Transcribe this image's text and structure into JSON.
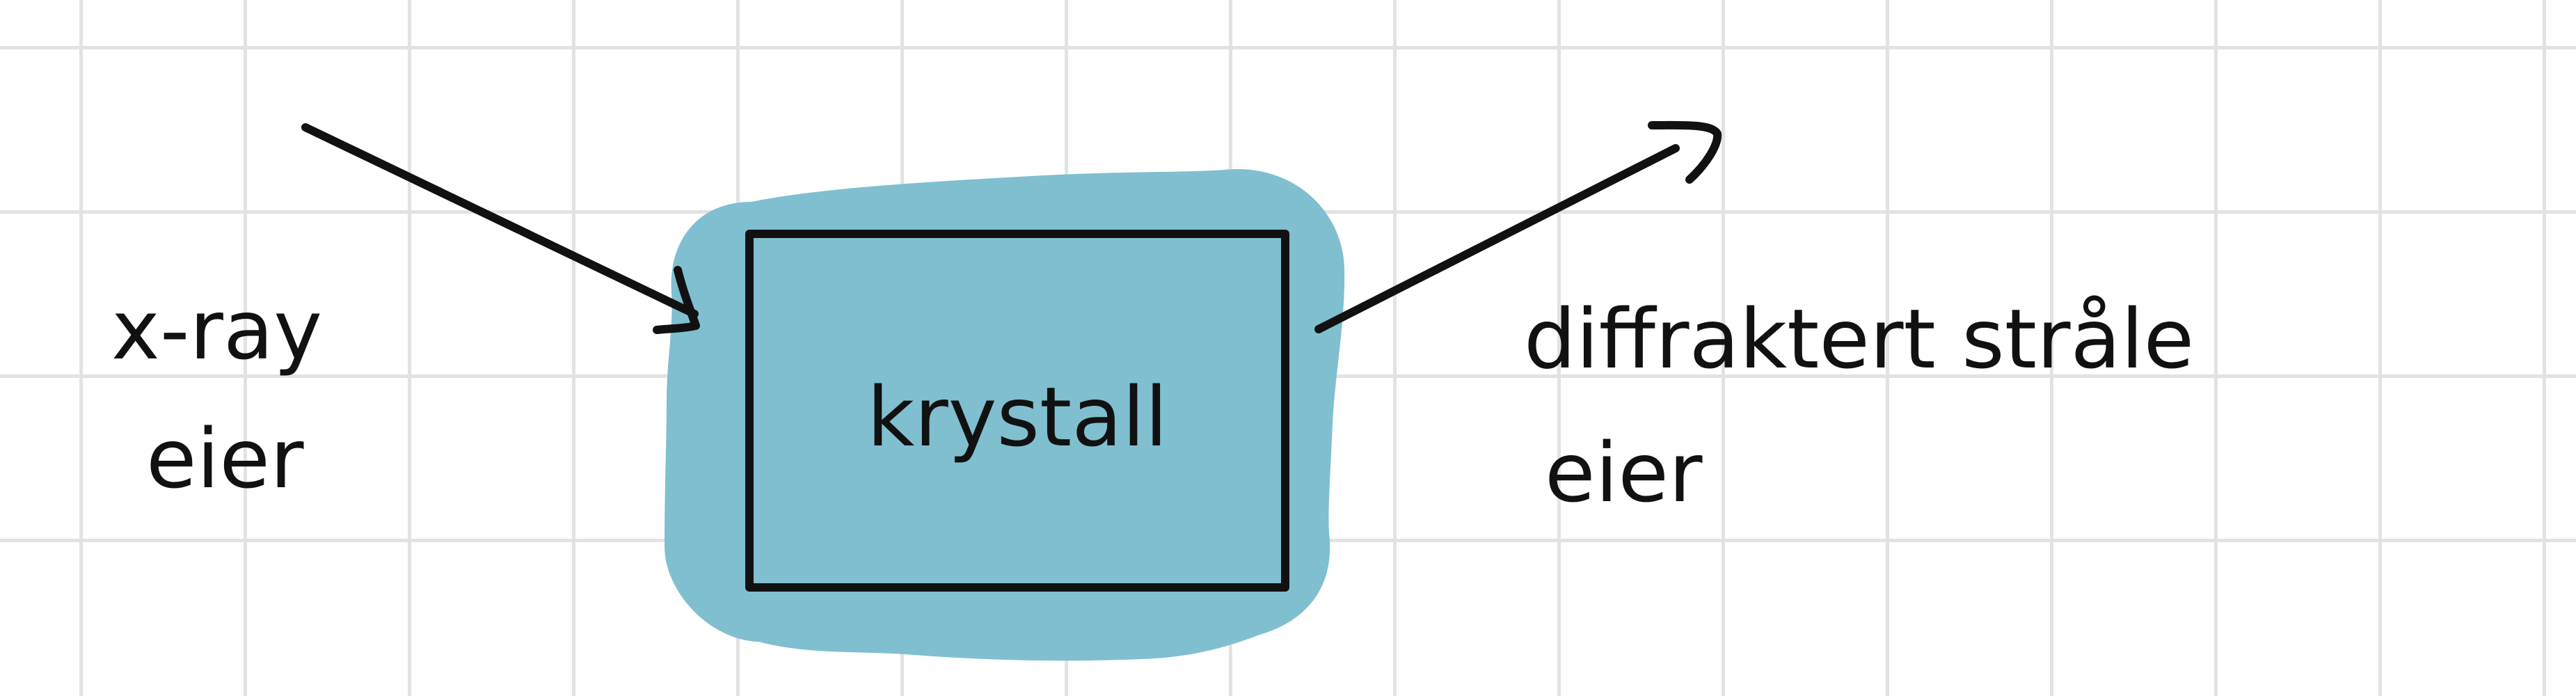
{
  "colors": {
    "background": "#ffffff",
    "grid": "#e2e2e2",
    "ink": "#111111",
    "crystal_fill": "#7fbfd0"
  },
  "diagram": {
    "input_label_line1": "x-ray",
    "input_label_line2": "eier",
    "crystal_label": "krystall",
    "output_label_line1": "diffraktert stråle",
    "output_label_line2": "eier"
  }
}
